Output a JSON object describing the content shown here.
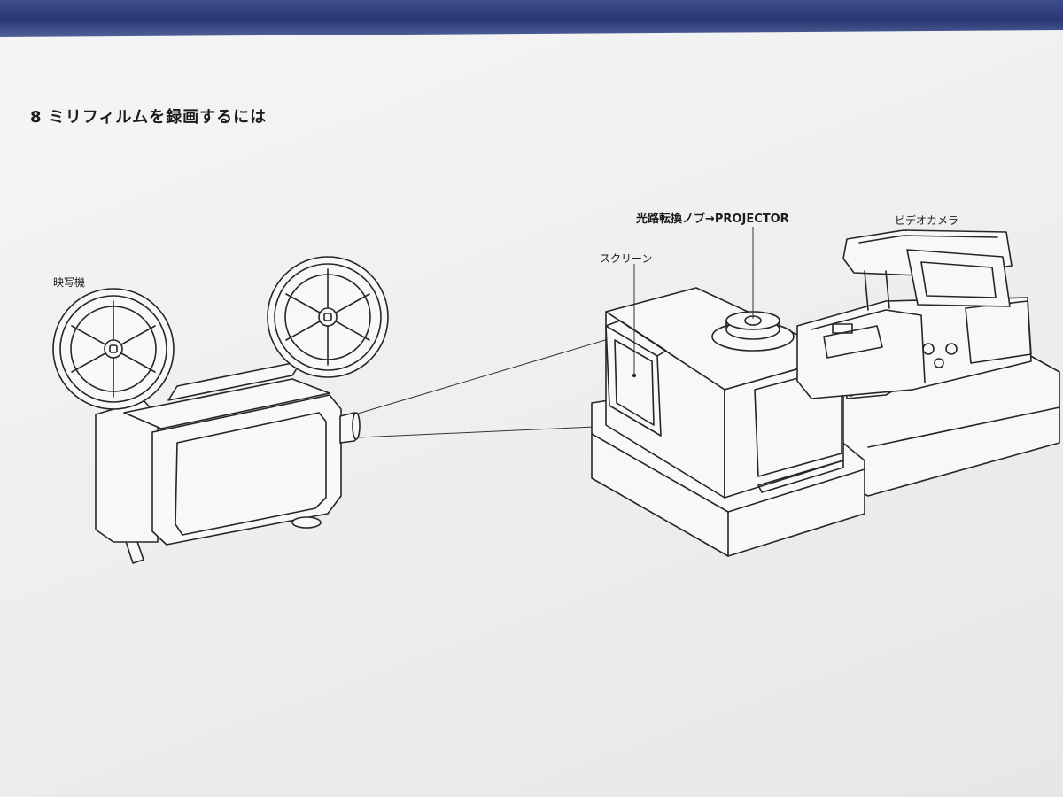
{
  "title": "8 ミリフィルムを録画するには",
  "labels": {
    "projector": "映写機",
    "screen": "スクリーン",
    "switch_knob": "光路転換ノブ→PROJECTOR",
    "video_camera": "ビデオカメラ"
  },
  "colors": {
    "paper": "#eef0ef",
    "ink": "#262626",
    "cloth_blue": "#2a3772"
  }
}
